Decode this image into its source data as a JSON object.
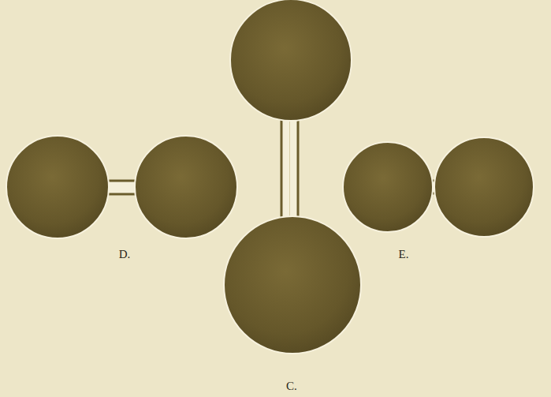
{
  "diagram": {
    "labels": [
      "D.",
      "E.",
      "C."
    ]
  }
}
